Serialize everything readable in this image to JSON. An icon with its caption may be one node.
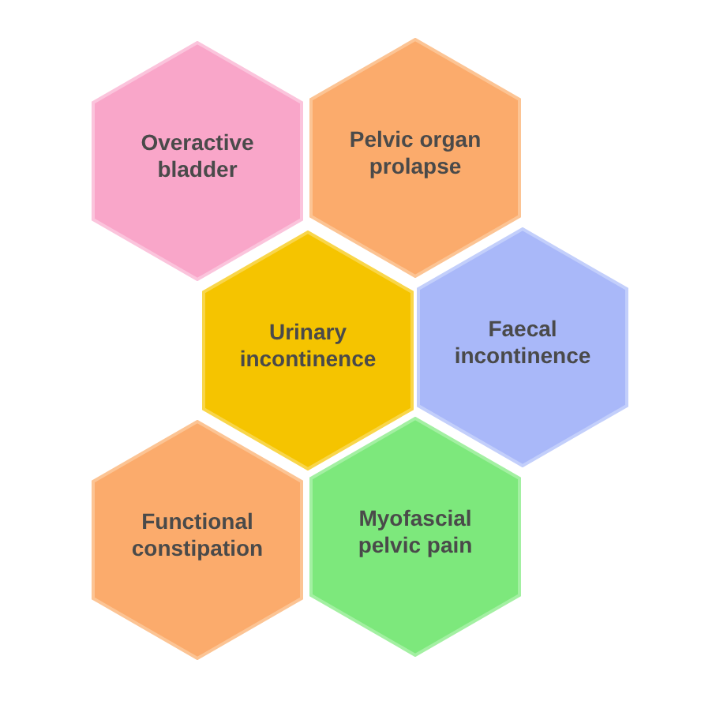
{
  "diagram": {
    "nodes": [
      {
        "text": [
          "Overactive bladder"
        ]
      },
      {
        "text": [
          "Pelvic organ prolapse"
        ]
      },
      {
        "text": [
          "Urinary incontinence"
        ]
      },
      {
        "text": [
          "Faecal incontinence"
        ]
      },
      {
        "text": [
          "Functional constipation"
        ]
      },
      {
        "text": [
          "Myofascial pelvic pain"
        ]
      }
    ]
  }
}
